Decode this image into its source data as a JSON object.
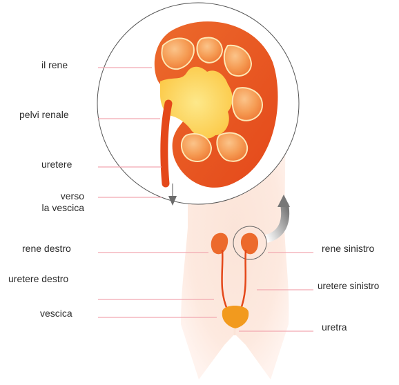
{
  "labels": {
    "il_rene": "il rene",
    "pelvi_renale": "pelvi renale",
    "uretere": "uretere",
    "verso_line1": "verso",
    "verso_line2": "la vescica",
    "rene_destro": "rene destro",
    "uretere_destro": "uretere destro",
    "vescica": "vescica",
    "rene_sinistro": "rene sinistro",
    "uretere_sinistro": "uretere sinistro",
    "uretra": "uretra"
  },
  "colors": {
    "body_skin": "#fbe2d6",
    "kidney_outer": "#e8531c",
    "kidney_inner": "#f7a45e",
    "pelvis_yellow": "#fdd64a",
    "leader_line": "#f2a7b0",
    "circle_stroke": "#555555",
    "arrow_gray": "#6b6b6b"
  }
}
